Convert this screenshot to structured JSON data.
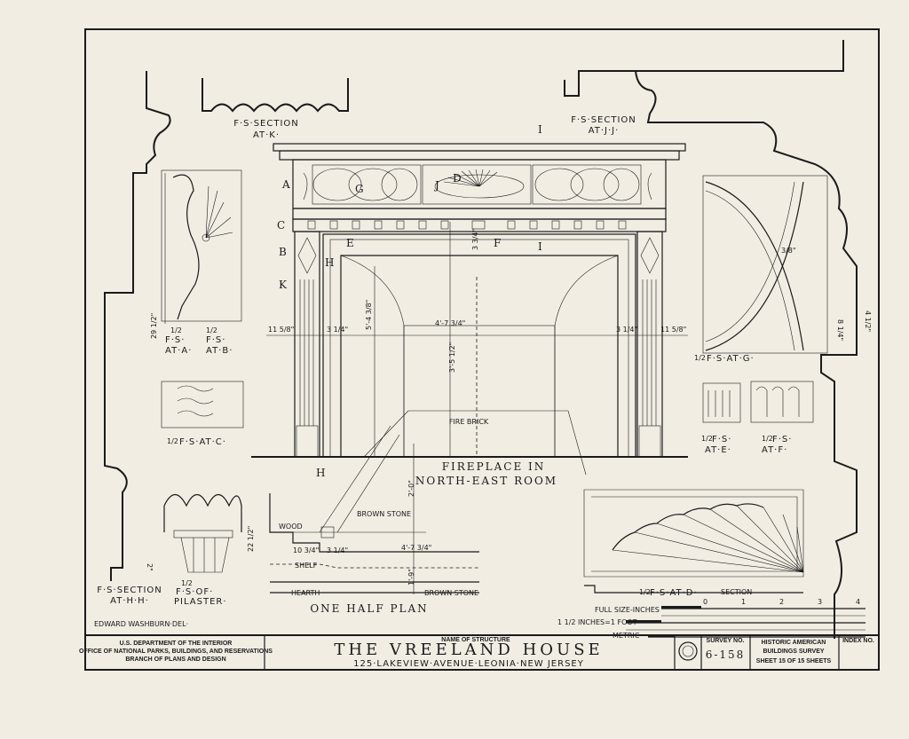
{
  "drawing": {
    "title_fireplace": "FIREPLACE IN",
    "title_fireplace_2": "NORTH-EAST ROOM",
    "fire_brick": "FIRE BRICK",
    "one_half_plan": "ONE HALF PLAN",
    "fs_section_k": "F·S·SECTION",
    "fs_section_k_2": "AT·K·",
    "fs_section_jj": "F·S·SECTION",
    "fs_section_jj_2": "AT·J·J·",
    "fs_section_hh": "F·S·SECTION",
    "fs_section_hh_2": "AT·H·H·",
    "half_fs_at_a": "F·S·",
    "half_fs_at_a_2": "AT·A·",
    "half_fs_at_b": "F·S·",
    "half_fs_at_b_2": "AT·B·",
    "half_fs_at_c": "F·S·AT·C·",
    "half_fs_of_pilaster": "F·S·OF·",
    "half_fs_of_pilaster_2": "PILASTER·",
    "half_fs_at_g": "F·S·AT·G·",
    "half_fs_at_e": "F·S·",
    "half_fs_at_e_2": "AT·E·",
    "half_fs_at_f": "F·S·",
    "half_fs_at_f_2": "AT·F·",
    "half_fs_at_d": "F·S·AT·D·",
    "section": "SECTION",
    "half": "1/2",
    "brown_stone": "BROWN STONE",
    "brown_stone_2": "BROWN STONE",
    "wood": "WOOD",
    "shelf": "SHELF",
    "hearth": "HEARTH",
    "delineator": "EDWARD WASHBURN·DEL·",
    "dims": {
      "w_4_7": "4'-7 3/4\"",
      "h_3_5": "3'-5 1/2\"",
      "h_5_4": "5'-4 3/8\"",
      "d_3_4_l": "3 1/4\"",
      "d_3_4_r": "3 1/4\"",
      "d_11_l": "11 5/8\"",
      "d_11_r": "11 5/8\"",
      "d_34": "3 3/4\"",
      "d_29": "29 1/2\"",
      "d_22": "22 1/2\"",
      "d_2_0": "2'-0\"",
      "d_10": "10 3/4\"",
      "d_3_plan": "3 1/4\"",
      "d_4_7_plan": "4'-7 3/4\"",
      "d_1_9": "1'-9\"",
      "d_8": "8 1/4\"",
      "d_4_r": "4 1/2\"",
      "d_3_8": "3/8\"",
      "d_2": "2\""
    },
    "letters": [
      "A",
      "B",
      "C",
      "D",
      "E",
      "F",
      "G",
      "H",
      "H",
      "I",
      "I",
      "J",
      "K"
    ]
  },
  "scale": {
    "full_size": "FULL SIZE-INCHES",
    "inches_foot": "1 1/2 INCHES=1 FOOT",
    "metric": "METRIC",
    "ticks": [
      "0",
      "1",
      "2",
      "3",
      "4"
    ]
  },
  "title_block": {
    "agency_1": "U.S. DEPARTMENT OF THE INTERIOR",
    "agency_2": "OFFICE OF NATIONAL PARKS, BUILDINGS, AND RESERVATIONS",
    "agency_3": "BRANCH OF PLANS AND DESIGN",
    "name_of_structure_label": "NAME OF STRUCTURE",
    "structure_name": "THE VREELAND HOUSE",
    "address": "125·LAKEVIEW·AVENUE·LEONIA·NEW JERSEY",
    "survey_no_label": "SURVEY NO.",
    "survey_no": "6-158",
    "survey_name_1": "HISTORIC AMERICAN",
    "survey_name_2": "BUILDINGS SURVEY",
    "sheet_info": "SHEET 15 OF 15 SHEETS",
    "index_no_label": "INDEX NO."
  }
}
